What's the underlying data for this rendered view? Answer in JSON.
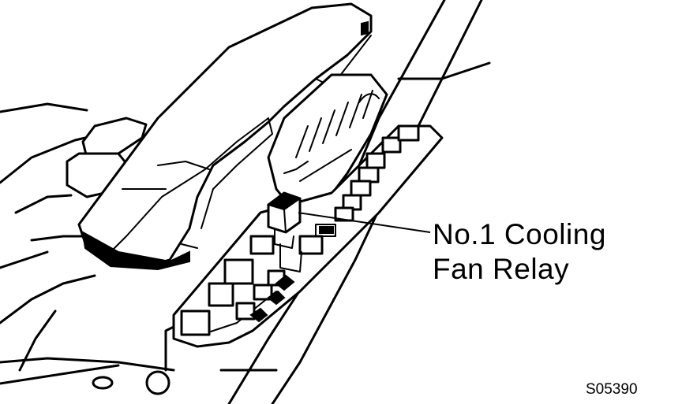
{
  "callout": {
    "line1": "No.1 Cooling",
    "line2": "Fan Relay"
  },
  "figure_code": "S05390"
}
